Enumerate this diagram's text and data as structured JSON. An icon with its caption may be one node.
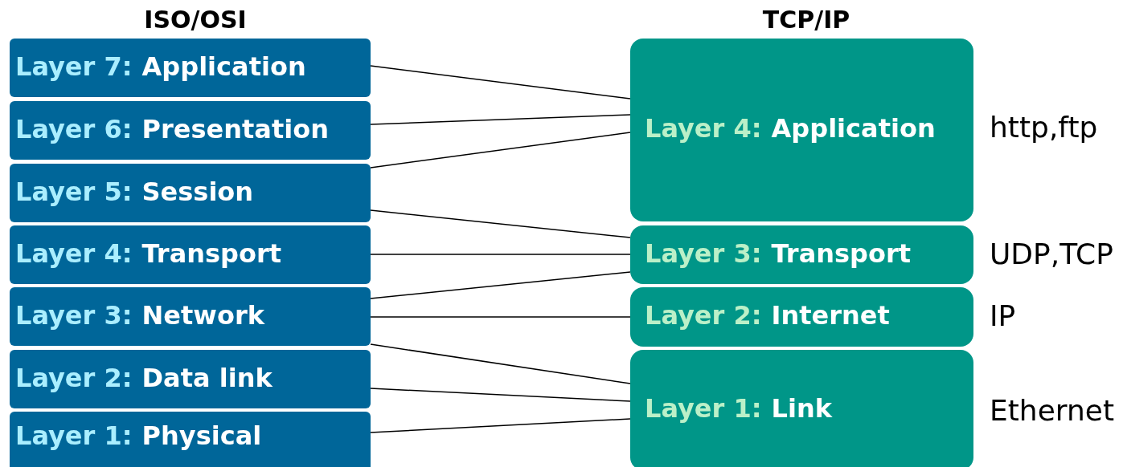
{
  "diagram": {
    "nodes": [
      {
        "text": [
          "Layer 7:",
          "Application"
        ]
      },
      {
        "text": [
          "Layer 6:",
          "Presentation"
        ]
      },
      {
        "text": [
          "Layer 5:",
          "Session"
        ]
      },
      {
        "text": [
          "Layer 4:",
          "Transport"
        ]
      },
      {
        "text": [
          "Layer 3:",
          "Network"
        ]
      },
      {
        "text": [
          "Layer 2:",
          "Data link"
        ]
      },
      {
        "text": [
          "Layer 1:",
          "Physical"
        ]
      },
      {
        "text": [
          "Layer 4:",
          "Application"
        ],
        "beside": [
          "http,ftp"
        ]
      },
      {
        "text": [
          "Layer 3:",
          "Transport"
        ],
        "beside": [
          "UDP,TCP"
        ]
      },
      {
        "text": [
          "Layer 2:",
          "Internet"
        ],
        "beside": [
          "IP"
        ]
      },
      {
        "text": [
          "Layer 1:",
          "Link"
        ],
        "beside": [
          "Ethernet"
        ]
      }
    ],
    "edges": [
      {
        "from": 0,
        "to": 7,
        "arrow": "none"
      },
      {
        "from": 1,
        "to": 7,
        "arrow": "none"
      },
      {
        "from": 2,
        "to": 7,
        "arrow": "none"
      },
      {
        "from": 2,
        "to": 8,
        "arrow": "none"
      },
      {
        "from": 3,
        "to": 8,
        "arrow": "none"
      },
      {
        "from": 4,
        "to": 8,
        "arrow": "none"
      },
      {
        "from": 4,
        "to": 9,
        "arrow": "none"
      },
      {
        "from": 4,
        "to": 10,
        "arrow": "none"
      },
      {
        "from": 5,
        "to": 10,
        "arrow": "none"
      },
      {
        "from": 6,
        "to": 10,
        "arrow": "none"
      }
    ],
    "labels": [
      "ISO/OSI",
      "TCP/IP"
    ]
  }
}
